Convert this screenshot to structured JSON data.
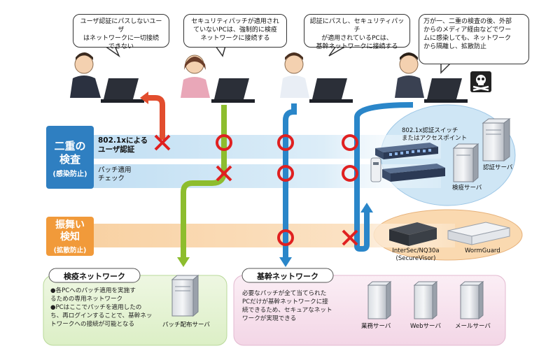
{
  "bubbles": [
    "ユーザ認証にパスしないユーザ\nはネットワークに一切接続\nできない",
    "セキュリティパッチが適用され\nていないPCは、強制的に検疫\nネットワークに接続する",
    "認証にパスし、セキュリティパッチ\nが適用されているPCは、\n基幹ネットワークに接続する",
    "万が一、二重の検査の後、外部\nからのメディア経由などでワー\nムに感染しても、ネットワーク\nから隔離し、拡散防止"
  ],
  "bands": {
    "inspection_title": "二重の\n検査",
    "inspection_sub": "(感染防止)",
    "auth_label": "802.1xによる\nユーザ認証",
    "patch_label": "パッチ適用\nチェック",
    "behavior_title": "振舞い\n検知",
    "behavior_sub": "(拡散防止)"
  },
  "devices": {
    "switch_label": "802.1x認証スイッチ\nまたはアクセスポイント",
    "quarantine_server": "検疫サーバ",
    "auth_server": "認証サーバ",
    "intersec": "InterSec/NQ30a\n(SecureVisor)",
    "wormguard": "WormGuard"
  },
  "quarantine_net": {
    "title": "検疫ネットワーク",
    "body": "●各PCへのパッチ適用を実施す\nるための専用ネットワーク\n●PCはここでパッチを適用したの\nち、再ログインすることで、基幹ネッ\nトワークへの接続が可能となる",
    "server": "パッチ配布サーバ"
  },
  "core_net": {
    "title": "基幹ネットワーク",
    "body": "必要なパッチが全て当てられた\nPCだけが基幹ネットワークに接\n続できるため、セキュアなネット\nワークが実現できる",
    "servers": [
      "業務サーバ",
      "Webサーバ",
      "メールサーバ"
    ]
  },
  "colors": {
    "band_blue": "#cfe6f5",
    "band_orange": "#fad9b0",
    "title_blue": "#2f7fc1",
    "title_orange": "#f19a3a",
    "red_path": "#e24d2e",
    "green_path": "#8dbd2e",
    "blue_path": "#2a86c9",
    "fail_mark": "#e02020",
    "pass_mark": "#e02020",
    "quarantine_bg": "#e8f3d8",
    "core_bg": "#f6e0ee"
  },
  "marks": [
    {
      "path": 1,
      "auth": "fail",
      "patch": "none",
      "behavior": "none"
    },
    {
      "path": 2,
      "auth": "pass",
      "patch": "fail",
      "behavior": "none"
    },
    {
      "path": 3,
      "auth": "pass",
      "patch": "pass",
      "behavior": "pass"
    },
    {
      "path": 4,
      "auth": "pass",
      "patch": "pass",
      "behavior": "fail"
    }
  ]
}
